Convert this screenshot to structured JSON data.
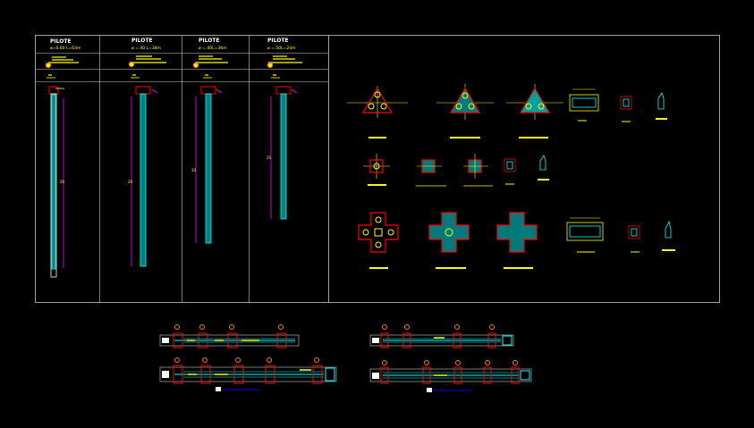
{
  "drawing": {
    "piles": [
      {
        "title": "PILOTE",
        "subtitle": "ø=0.60 L=63m"
      },
      {
        "title": "PILOTE",
        "subtitle": "ø =.40  L=38m"
      },
      {
        "title": "PILOTE",
        "subtitle": "ø =.40L=36m"
      },
      {
        "title": "PILOTE",
        "subtitle": "ø =.50L=24m"
      }
    ]
  },
  "colors": {
    "background": "#000000",
    "frame": "#d0d0d0",
    "rebar": "#00ffff",
    "dimension": "#ff00ff",
    "concrete": "#ff0000",
    "label": "#ffff00",
    "text": "#ffffff"
  }
}
